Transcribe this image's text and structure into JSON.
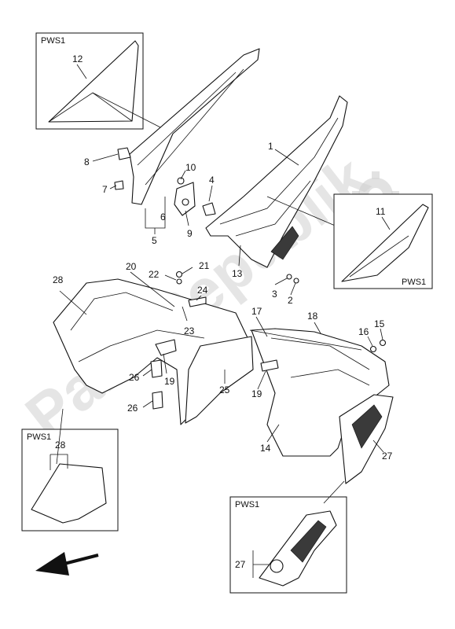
{
  "inset_label": "PWS1",
  "watermark": "PartsRepublik",
  "callouts": {
    "c1": "1",
    "c2": "2",
    "c3": "3",
    "c4": "4",
    "c5": "5",
    "c6": "6",
    "c7": "7",
    "c8": "8",
    "c9": "9",
    "c10": "10",
    "c11": "11",
    "c12": "12",
    "c13": "13",
    "c14": "14",
    "c15": "15",
    "c16": "16",
    "c17": "17",
    "c18": "18",
    "c19a": "19",
    "c19b": "19",
    "c20": "20",
    "c21": "21",
    "c22": "22",
    "c23": "23",
    "c24": "24",
    "c25": "25",
    "c26a": "26",
    "c26b": "26",
    "c27a": "27",
    "c27b": "27",
    "c28a": "28",
    "c28b": "28"
  },
  "icons": {
    "direction_arrow": "front-direction-arrow-icon",
    "watermark_gear": "gear-icon"
  }
}
